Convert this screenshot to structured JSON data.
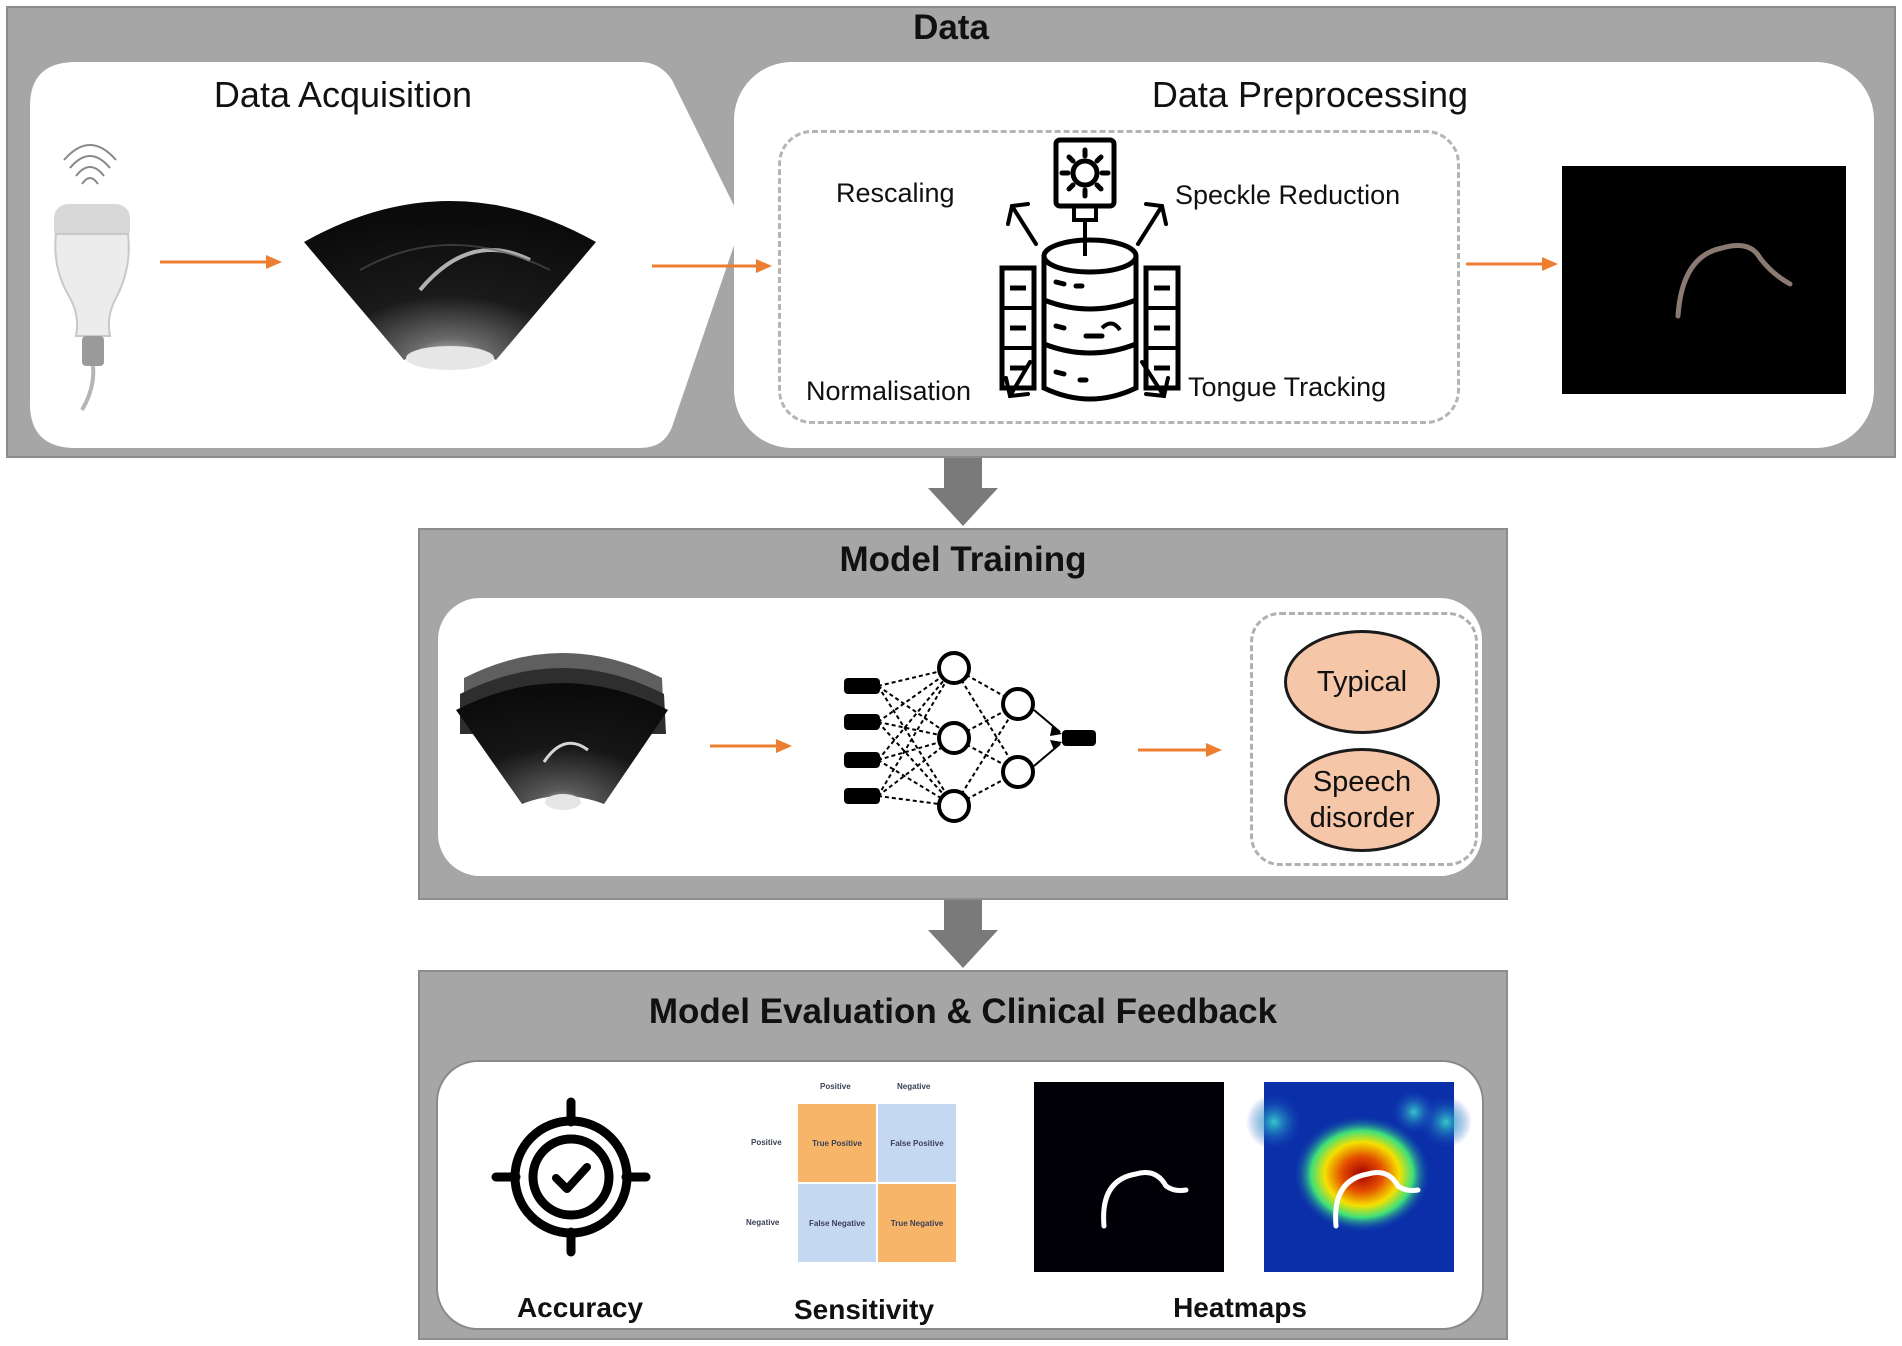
{
  "sections": {
    "data": {
      "title": "Data",
      "acquisition_title": "Data Acquisition",
      "preprocessing_title": "Data Preprocessing",
      "preprocessing_steps": {
        "rescaling": "Rescaling",
        "speckle_reduction": "Speckle Reduction",
        "normalisation": "Normalisation",
        "tongue_tracking": "Tongue Tracking"
      }
    },
    "model_training": {
      "title": "Model Training",
      "outputs": {
        "typical": "Typical",
        "speech_disorder": "Speech disorder"
      }
    },
    "evaluation": {
      "title": "Model Evaluation & Clinical Feedback",
      "metrics": {
        "accuracy": "Accuracy",
        "sensitivity": "Sensitivity",
        "heatmaps": "Heatmaps"
      },
      "confusion_matrix": {
        "col_headers": [
          "Positive",
          "Negative"
        ],
        "row_headers": [
          "Positive",
          "Negative"
        ],
        "cells": [
          "True Positive",
          "False Positive",
          "False Negative",
          "True Negative"
        ]
      }
    }
  },
  "colors": {
    "panel_gray": "#a6a6a6",
    "flow_arrow": "#7a7a7a",
    "orange_arrow": "#ed7d31",
    "oval_fill": "#f6c6a9",
    "cm_orange": "#f7b56a",
    "cm_blue": "#c5d8f1"
  }
}
